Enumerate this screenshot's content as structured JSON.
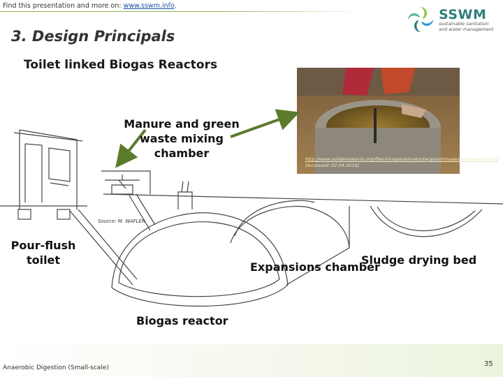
{
  "header": {
    "note_prefix": "Find this presentation and more on: ",
    "note_link": "www.sswm.info",
    "note_suffix": ".",
    "logo_word": "SSWM",
    "logo_subtitle_line1": "sustainable sanitation",
    "logo_subtitle_line2": "and water management"
  },
  "slide": {
    "title": "3. Design Principals",
    "subtitle": "Toilet linked Biogas Reactors"
  },
  "labels": {
    "manure_line1": "Manure and green",
    "manure_line2": "waste mixing",
    "manure_line3": "chamber",
    "pour_flush_line1": "Pour-flush",
    "pour_flush_line2": "toilet",
    "expansion": "Expansions chamber",
    "sludge": "Sludge drying bed",
    "biogas": "Biogas reactor",
    "source": "Source: M. WAFLER"
  },
  "photo": {
    "credit_link": "http://www.ashdenawards.org/files/images/winners/large/ashmagesibiogased07a.jpg",
    "credit_suffix": " [Accessed: 02.04.2010]"
  },
  "footer": {
    "text": "Anaerobic Digestion (Small-scale)",
    "page_number": "35"
  },
  "colors": {
    "arrow": "#5c7a2c",
    "accent": "#8fb04a",
    "logo_teal": "#2e7d7d"
  }
}
